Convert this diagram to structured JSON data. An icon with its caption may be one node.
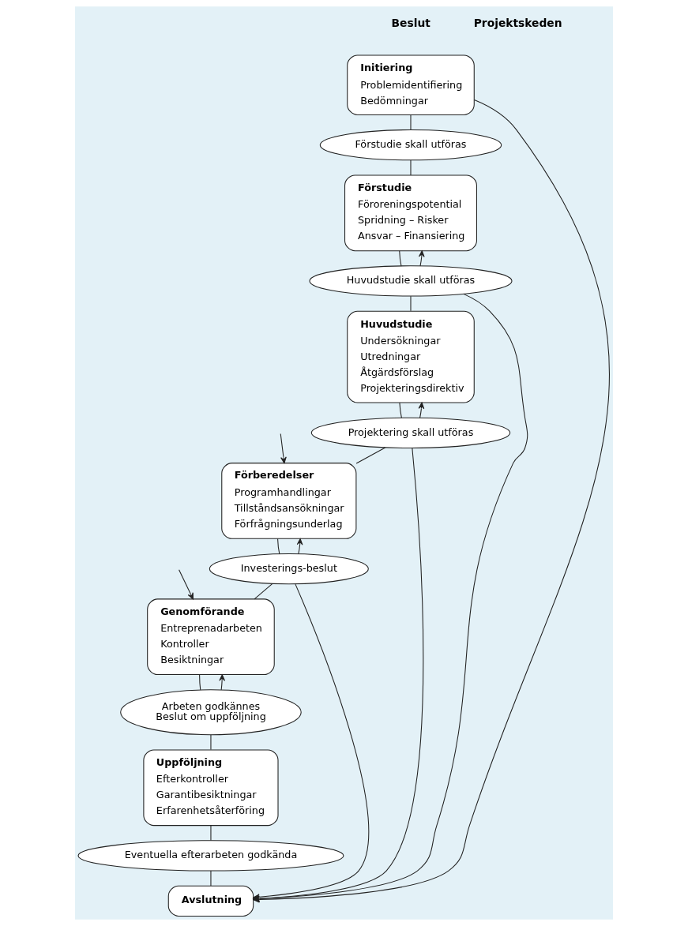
{
  "diagram": {
    "nodes": [
      {
        "text": [
          "Initiering",
          "Problemidentifiering",
          "Bedömningar"
        ]
      },
      {
        "text": [
          "Förstudie skall utföras"
        ]
      },
      {
        "text": [
          "Förstudie",
          "Föroreningspotential",
          "Spridning – Risker",
          "Ansvar – Finansiering"
        ]
      },
      {
        "text": [
          "Huvudstudie skall utföras"
        ]
      },
      {
        "text": [
          "Huvudstudie",
          "Undersökningar",
          "Utredningar",
          "Åtgärdsförslag",
          "Projekteringsdirektiv"
        ]
      },
      {
        "text": [
          "Projektering skall utföras"
        ]
      },
      {
        "text": [
          "Förberedelser",
          "Programhandlingar",
          "Tillståndsansökningar",
          "Förfrågningsunderlag"
        ]
      },
      {
        "text": [
          "Investerings-beslut"
        ]
      },
      {
        "text": [
          "Genomförande",
          "Entreprenadarbeten",
          "Kontroller",
          "Besiktningar"
        ]
      },
      {
        "text": [
          "Arbeten godkännes",
          "Beslut om uppföljning"
        ]
      },
      {
        "text": [
          "Uppföljning",
          "Efterkontroller",
          "Garantibesiktningar",
          "Erfarenhetsåterföring"
        ]
      },
      {
        "text": [
          "Eventuella efterarbeten godkända"
        ]
      },
      {
        "text": [
          "Avslutning"
        ]
      }
    ],
    "edges": [
      {
        "from": 0,
        "to": 1,
        "arrow": "none"
      },
      {
        "from": 1,
        "to": 2,
        "arrow": "none"
      },
      {
        "from": 2,
        "to": 3,
        "arrow": "none"
      },
      {
        "from": 3,
        "to": 2,
        "arrow": "to"
      },
      {
        "from": 3,
        "to": 12,
        "arrow": "to"
      },
      {
        "from": 3,
        "to": 4,
        "arrow": "none"
      },
      {
        "from": 4,
        "to": 5,
        "arrow": "none"
      },
      {
        "from": 5,
        "to": 4,
        "arrow": "to"
      },
      {
        "from": 5,
        "to": 12,
        "arrow": "to"
      },
      {
        "from": 5,
        "to": 6,
        "arrow": "none"
      },
      {
        "from": null,
        "to": 6,
        "arrow": "to"
      },
      {
        "from": 6,
        "to": 7,
        "arrow": "none"
      },
      {
        "from": 7,
        "to": 6,
        "arrow": "to"
      },
      {
        "from": 7,
        "to": 12,
        "arrow": "to"
      },
      {
        "from": 7,
        "to": 8,
        "arrow": "none"
      },
      {
        "from": null,
        "to": 8,
        "arrow": "to"
      },
      {
        "from": 9,
        "to": 8,
        "arrow": "to"
      },
      {
        "from": 8,
        "to": 9,
        "arrow": "none"
      },
      {
        "from": 9,
        "to": 10,
        "arrow": "none"
      },
      {
        "from": 10,
        "to": 11,
        "arrow": "none"
      },
      {
        "from": 11,
        "to": 12,
        "arrow": "none"
      },
      {
        "from": 0,
        "to": 12,
        "arrow": "to"
      }
    ],
    "labels": [
      "Projektskeden",
      "Beslut"
    ]
  }
}
